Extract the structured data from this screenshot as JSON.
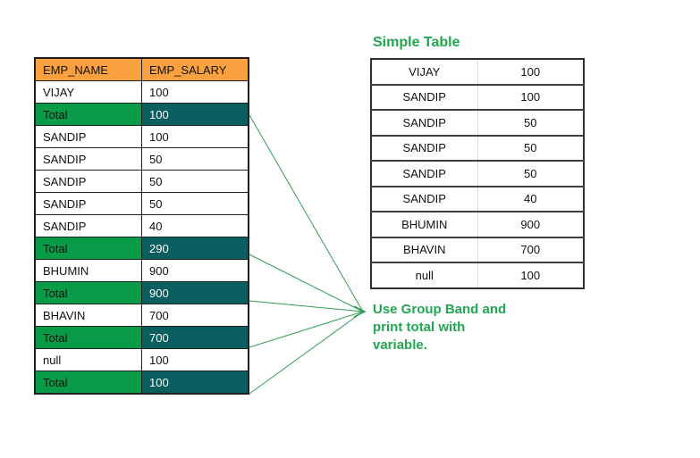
{
  "colors": {
    "header_orange": "#F8A13E",
    "total_row_green": "#0A9B48",
    "total_value_teal": "#0B5E5F",
    "accent_green": "#21A750",
    "connector_green": "#2F9E54",
    "border_dark": "#1F1F1F"
  },
  "left_table": {
    "headers": [
      "EMP_NAME",
      "EMP_SALARY"
    ],
    "rows": [
      {
        "name": "VIJAY",
        "salary": "100",
        "is_total": false
      },
      {
        "name": "Total",
        "salary": "100",
        "is_total": true
      },
      {
        "name": "SANDIP",
        "salary": "100",
        "is_total": false
      },
      {
        "name": "SANDIP",
        "salary": "50",
        "is_total": false
      },
      {
        "name": "SANDIP",
        "salary": "50",
        "is_total": false
      },
      {
        "name": "SANDIP",
        "salary": "50",
        "is_total": false
      },
      {
        "name": "SANDIP",
        "salary": "40",
        "is_total": false
      },
      {
        "name": "Total",
        "salary": "290",
        "is_total": true
      },
      {
        "name": "BHUMIN",
        "salary": "900",
        "is_total": false
      },
      {
        "name": "Total",
        "salary": "900",
        "is_total": true
      },
      {
        "name": "BHAVIN",
        "salary": "700",
        "is_total": false
      },
      {
        "name": "Total",
        "salary": "700",
        "is_total": true
      },
      {
        "name": "null",
        "salary": "100",
        "is_total": false
      },
      {
        "name": "Total",
        "salary": "100",
        "is_total": true
      }
    ]
  },
  "right_table": {
    "title": "Simple Table",
    "rows": [
      {
        "name": "VIJAY",
        "salary": "100"
      },
      {
        "name": "SANDIP",
        "salary": "100"
      },
      {
        "name": "SANDIP",
        "salary": "50"
      },
      {
        "name": "SANDIP",
        "salary": "50"
      },
      {
        "name": "SANDIP",
        "salary": "50"
      },
      {
        "name": "SANDIP",
        "salary": "40"
      },
      {
        "name": "BHUMIN",
        "salary": "900"
      },
      {
        "name": "BHAVIN",
        "salary": "700"
      },
      {
        "name": "null",
        "salary": "100"
      }
    ]
  },
  "annotation": {
    "lines": [
      "Use Group Band and",
      "print total with",
      "variable."
    ]
  }
}
